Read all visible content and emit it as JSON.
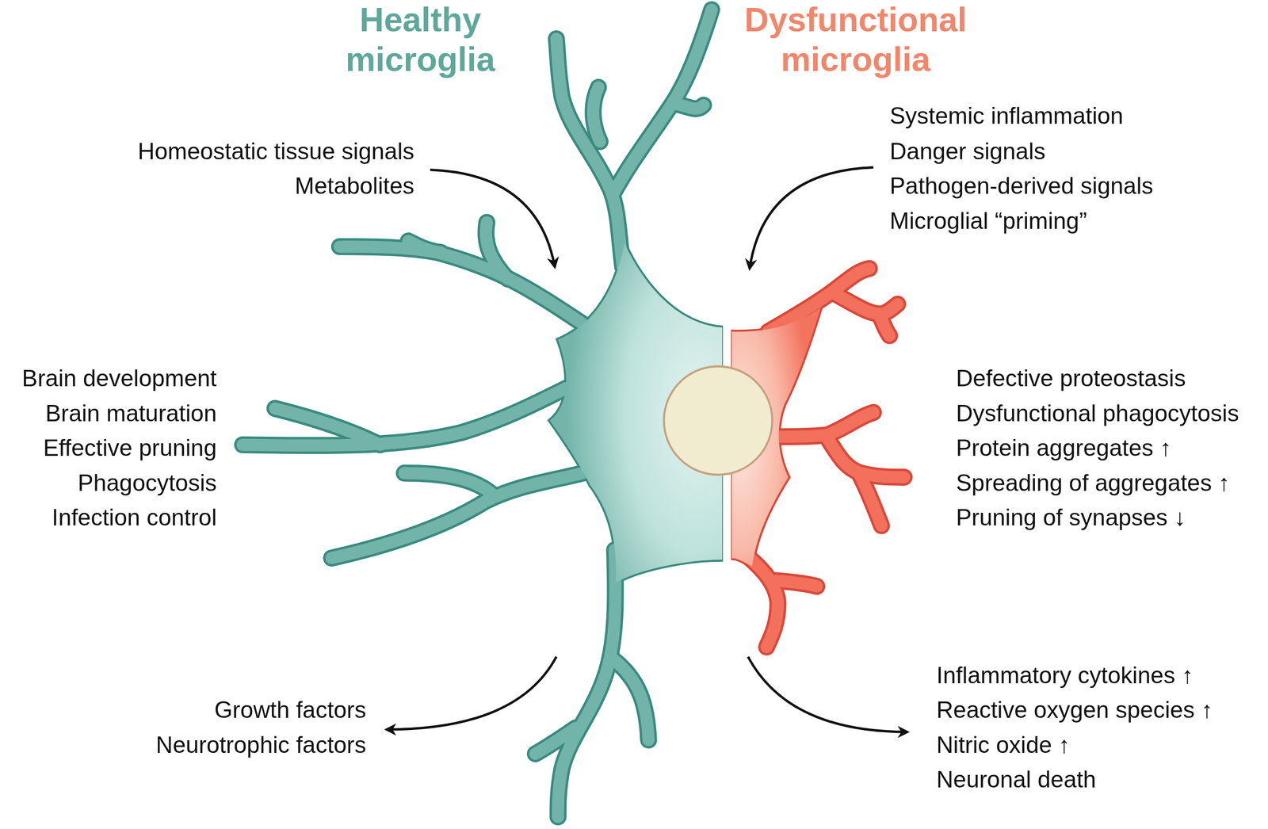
{
  "diagram": {
    "labels": [
      "Healthy microglia",
      "Dysfunctional microglia",
      "Homeostatic tissue signals",
      "Metabolites",
      "Systemic inflammation",
      "Danger signals",
      "Pathogen-derived signals",
      "Microglial “priming”",
      "Brain development",
      "Brain maturation",
      "Effective pruning",
      "Phagocytosis",
      "Infection control",
      "Defective proteostasis",
      "Dysfunctional phagocytosis",
      "Protein aggregates ↑",
      "Spreading of aggregates ↑",
      "Pruning of synapses ↓",
      "Growth factors",
      "Neurotrophic factors",
      "Inflammatory cytokines ↑",
      "Reactive oxygen species ↑",
      "Nitric oxide ↑",
      "Neuronal death"
    ]
  }
}
